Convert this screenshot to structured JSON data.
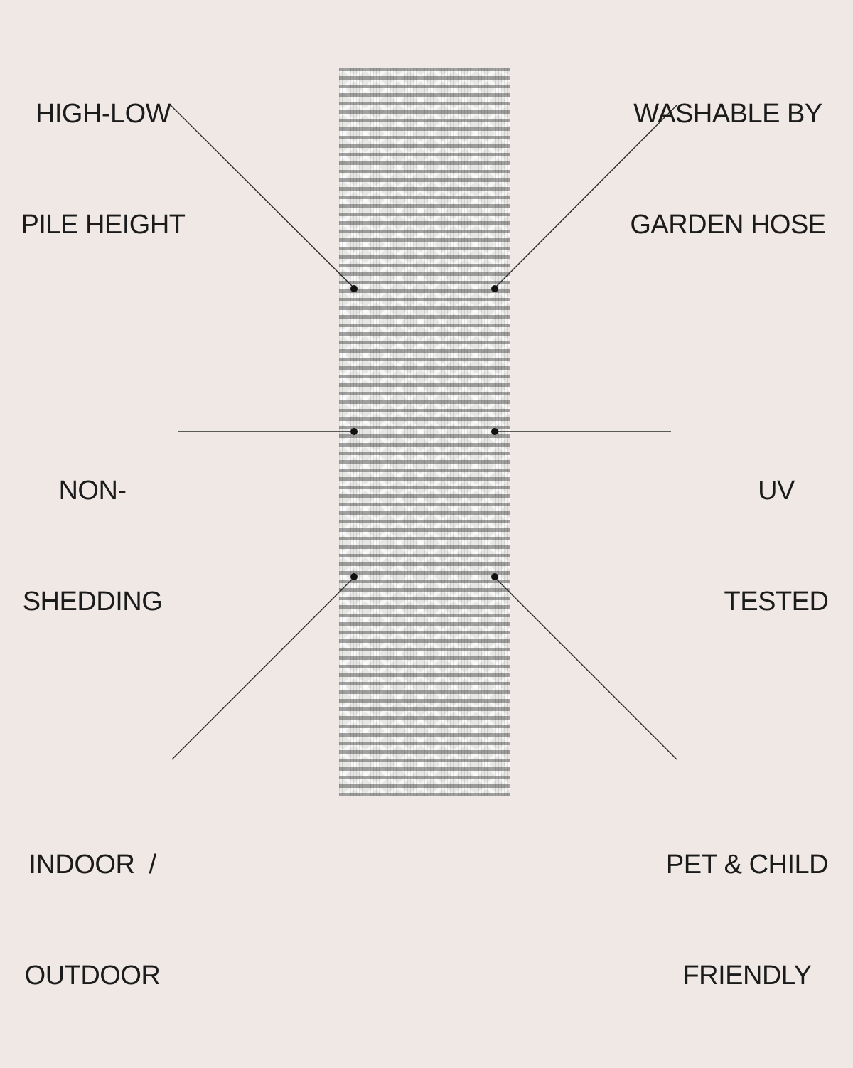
{
  "features": [
    {
      "line1": "HIGH-LOW",
      "line2": "PILE HEIGHT"
    },
    {
      "line1": "WASHABLE BY",
      "line2": "GARDEN HOSE"
    },
    {
      "line1": "NON-",
      "line2": "SHEDDING"
    },
    {
      "line1": "UV",
      "line2": "TESTED"
    },
    {
      "line1": "INDOOR  /",
      "line2": "OUTDOOR"
    },
    {
      "line1": "PET & CHILD",
      "line2": "FRIENDLY"
    }
  ],
  "colors": {
    "background": "#efe8e5",
    "text": "#1b1b1b",
    "line": "#2a2a2a",
    "rug": "#e7e8e6"
  }
}
